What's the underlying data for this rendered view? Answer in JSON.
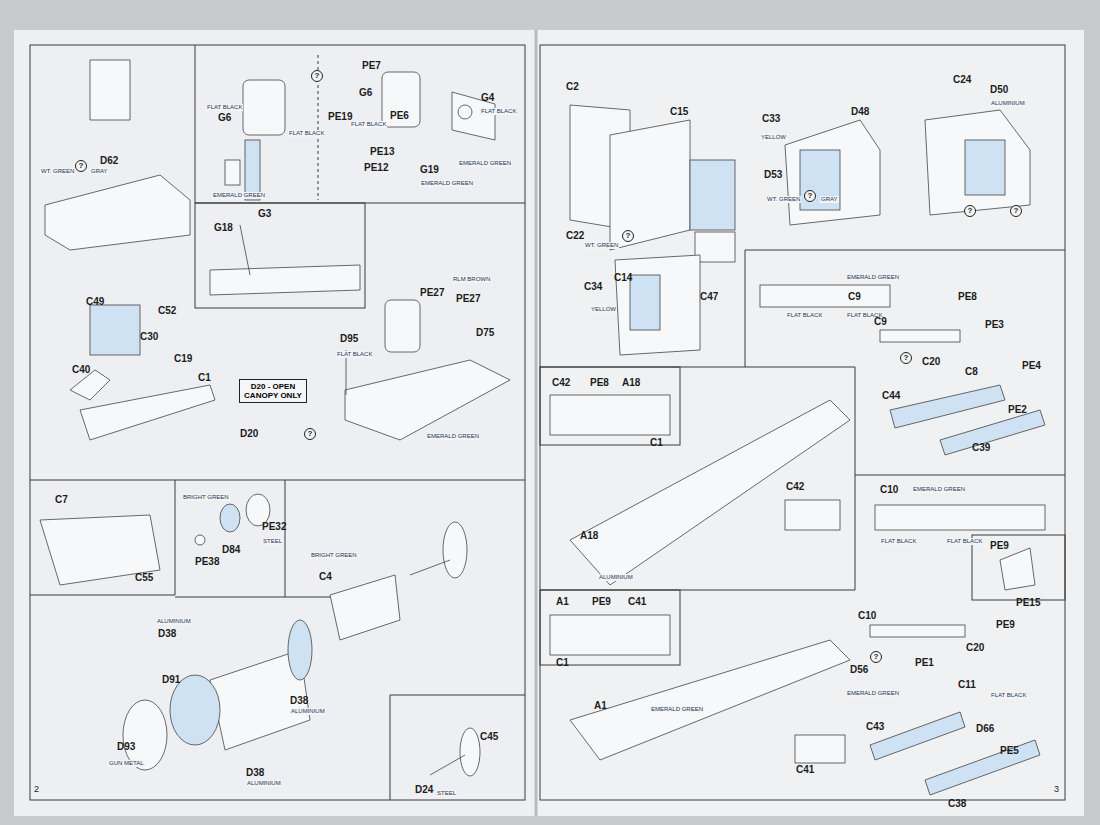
{
  "diagram": {
    "nodes": [
      {
        "text": [
          "D20 - OPEN CANOPY ONLY"
        ]
      }
    ],
    "labels": [
      "D62",
      "WT. GREEN",
      "?",
      "GRAY",
      "C49",
      "C52",
      "C30",
      "C19",
      "C40",
      "C1",
      "FLAT BLACK",
      "G6",
      "EMERALD GREEN",
      "G18",
      "G3",
      "FLAT BLACK",
      "?",
      "PE7",
      "G6",
      "FLAT BLACK",
      "PE19",
      "PE6",
      "G4",
      "FLAT BLACK",
      "PE13",
      "PE12",
      "G19",
      "EMERALD GREEN",
      "EMERALD GREEN",
      "RLM BROWN",
      "PE27",
      "PE27",
      "D75",
      "D95",
      "FLAT BLACK",
      "D20",
      "?",
      "EMERALD GREEN",
      "C7",
      "C55",
      "BRIGHT GREEN",
      "PE38",
      "D84",
      "PE32",
      "STEEL",
      "C4",
      "BRIGHT GREEN",
      "D38",
      "ALUMINIUM",
      "D91",
      "D38",
      "ALUMINIUM",
      "D38",
      "ALUMINIUM",
      "D93",
      "GUN METAL",
      "C45",
      "D24",
      "STEEL",
      "2",
      "C2",
      "C15",
      "C14",
      "C47",
      "D48",
      "C33",
      "YELLOW",
      "D53",
      "WT. GREEN",
      "?",
      "GRAY",
      "C24",
      "D50",
      "ALUMINIUM",
      "?",
      "?",
      "C22",
      "?",
      "WT. GREEN",
      "C34",
      "YELLOW",
      "EMERALD GREEN",
      "C9",
      "FLAT BLACK",
      "FLAT BLACK",
      "C9",
      "PE8",
      "PE3",
      "?",
      "C20",
      "C8",
      "PE4",
      "PE2",
      "C44",
      "C39",
      "C42",
      "PE8",
      "A18",
      "C1",
      "A18",
      "C42",
      "ALUMINIUM",
      "C10",
      "EMERALD GREEN",
      "FLAT BLACK",
      "FLAT BLACK",
      "PE9",
      "PE15",
      "A1",
      "PE9",
      "C41",
      "C1",
      "EMERALD GREEN",
      "C10",
      "PE9",
      "?",
      "PE1",
      "C20",
      "D56",
      "EMERALD GREEN",
      "C11",
      "FLAT BLACK",
      "D66",
      "PE5",
      "C43",
      "C38",
      "A1",
      "C41",
      "3"
    ]
  }
}
